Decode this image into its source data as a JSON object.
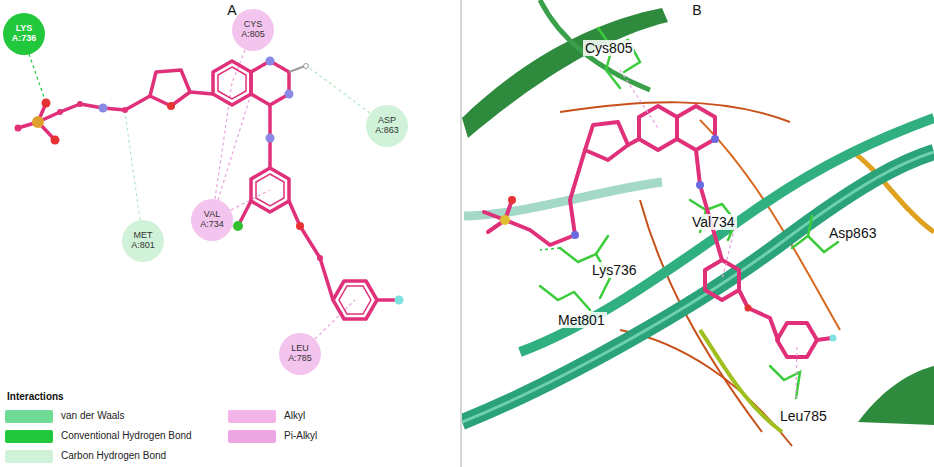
{
  "diagram": {
    "nodes": [
      {
        "text": [
          "LYS A:736"
        ]
      },
      {
        "text": [
          "CYS A:805"
        ]
      },
      {
        "text": [
          "ASP A:863"
        ]
      },
      {
        "text": [
          "MET A:801"
        ]
      },
      {
        "text": [
          "VAL A:734"
        ]
      },
      {
        "text": [
          "LEU A:785"
        ]
      }
    ],
    "labels": [
      "A",
      "B",
      "Cys805",
      "Val734",
      "Lys736",
      "Asp863",
      "Met801",
      "Leu785",
      "Interactions"
    ],
    "legend": [
      {
        "text": "van der Waals",
        "color": "#6fdc95"
      },
      {
        "text": "Conventional Hydrogen Bond",
        "color": "#22c83c"
      },
      {
        "text": "Carbon Hydrogen Bond",
        "color": "#d0f2d8"
      },
      {
        "text": "Alkyl",
        "color": "#f3b4ea"
      },
      {
        "text": "Pi-Alkyl",
        "color": "#eca6e2"
      }
    ]
  }
}
